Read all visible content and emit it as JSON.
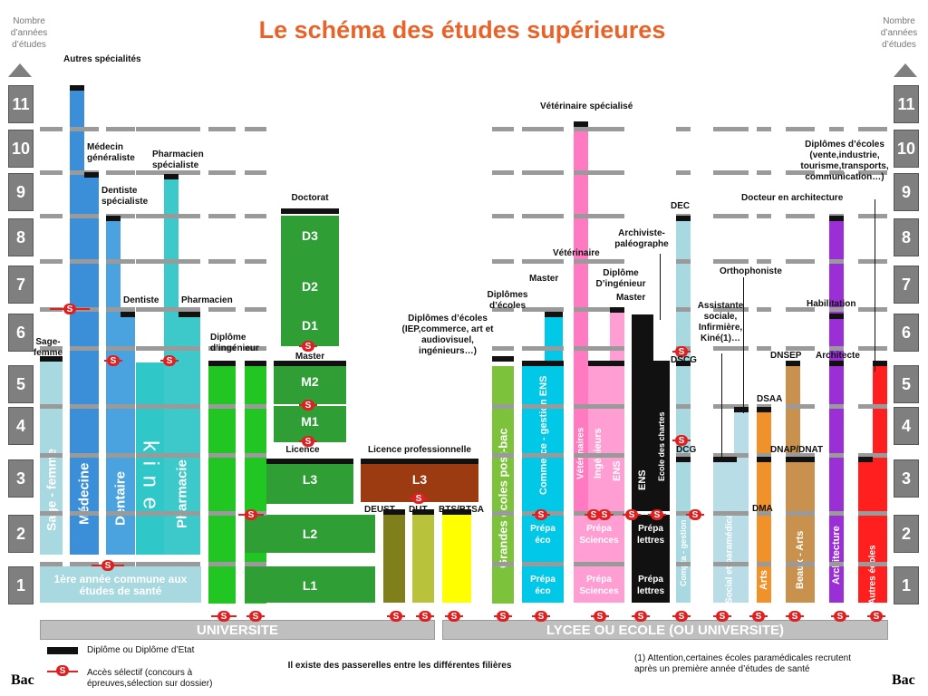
{
  "title": "Le schéma des études supérieures",
  "axis_label": "Nombre d’années d’études",
  "years": [
    "1",
    "2",
    "3",
    "4",
    "5",
    "6",
    "7",
    "8",
    "9",
    "10",
    "11"
  ],
  "bac": "Bac",
  "bases": {
    "universite": "UNIVERSITE",
    "lycee": "LYCEE OU ECOLE (OU UNIVERSITE)"
  },
  "s_mark": "S",
  "colors": {
    "medecine": "#3a8fd8",
    "dentaire": "#4aa3df",
    "kine": "#2fc7c7",
    "pharmacie": "#3dc9c9",
    "sage_femme": "#a8d8e0",
    "ingenieur": "#22c622",
    "universite_green": "#2e9e35",
    "licence_pro": "#9c3a12",
    "deust": "#7f7f1c",
    "dut": "#b8c23a",
    "bts": "#ffff00",
    "grandes_ecoles": "#7cc23b",
    "commerce": "#00c8e6",
    "veterinaire": "#ff7ac0",
    "prepa_sciences": "#ff9ed2",
    "ens": "#111111",
    "social": "#b9dde6",
    "arts": "#f0912a",
    "beaux_arts": "#c8924e",
    "architecture": "#9b2fd6",
    "autres_ecoles": "#ff1f1f",
    "diploma": "#111111",
    "selective": "#e02020"
  },
  "labels": {
    "autres_specialites": "Autres spécialités",
    "medecin_generaliste": "Médecin généraliste",
    "dentiste_specialiste": "Dentiste spécialiste",
    "pharmacien_specialiste": "Pharmacien spécialiste",
    "dentiste": "Dentiste",
    "pharmacien": "Pharmacien",
    "sage_femme_top": "Sage-femme",
    "diplome_ingenieur": "Diplôme d’ingénieur",
    "doctorat": "Doctorat",
    "d3": "D3",
    "d2": "D2",
    "d1": "D1",
    "master": "Master",
    "m2": "M2",
    "m1": "M1",
    "licence": "Licence",
    "l3": "L3",
    "l2": "L2",
    "l1": "L1",
    "licence_pro": "Licence professionnelle",
    "l3_pro": "L3",
    "deust": "DEUST",
    "dut": "DUT",
    "bts": "BTS/BTSA",
    "premiere_annee": "1ère année commune aux études de santé",
    "diplomes_ecoles_iep": "Diplômes d’écoles (IEP,commerce, art et audiovisuel, ingénieurs…)",
    "diplomes_ecoles": "Diplômes d’écoles",
    "master2": "Master",
    "veterinaire_specialise": "Vétérinaire spécialisé",
    "veterinaire": "Vétérinaire",
    "archiviste": "Archiviste-paléographe",
    "diplome_ingenieur2": "Diplôme D’ingénieur",
    "master3": "Master",
    "dec": "DEC",
    "dscg": "DSCG",
    "dcg": "DCG",
    "assistante_sociale": "Assistante sociale, Infirmière, Kiné(1)…",
    "orthophoniste": "Orthophoniste",
    "diplomes_ecoles_vente": "Diplômes d’écoles (vente,industrie, tourisme,transports, communication…)",
    "docteur_architecture": "Docteur en architecture",
    "habilitation": "Habilitation",
    "dnsep": "DNSEP",
    "architecte": "Architecte",
    "dsaa": "DSAA",
    "dnap": "DNAP/DNAT",
    "dma": "DMA",
    "v_sage_femme": "Sage - femme",
    "v_medecine": "Médecine",
    "v_dentaire": "Dentaire",
    "v_kine": "k i n e",
    "v_pharmacie": "Pharmacie",
    "v_grandes_ecoles": "Grandes écoles post-bac",
    "v_commerce": "Commerce - gestion ENS",
    "v_veterinaires": "Vétérinaires",
    "v_ingenieurs": "Ingénieurs",
    "v_ens1": "ENS",
    "v_ens2": "ENS",
    "v_ecole_chartes": "Ecole des chartes",
    "v_compta": "Compta - gestion",
    "v_social": "Social et paramédical",
    "v_arts": "Arts",
    "v_beaux_arts": "Beaux - Arts",
    "v_architecture": "Architecture",
    "v_autres_ecoles": "Autres écoles",
    "prepa_eco": "Prépa éco",
    "prepa_eco2": "Prépa éco",
    "prepa_sciences": "Prépa Sciences",
    "prepa_sciences2": "Prépa Sciences",
    "prepa_lettres": "Prépa lettres",
    "prepa_lettres2": "Prépa lettres"
  },
  "legend": {
    "diplome": "Diplôme ou Diplôme d’Etat",
    "acces": "Accès sélectif (concours à épreuves,sélection sur dossier)",
    "passerelles": "Il existe des passerelles entre les différentes filières",
    "note": "(1) Attention,certaines écoles paramédicales recrutent après un première année d’études de santé"
  }
}
